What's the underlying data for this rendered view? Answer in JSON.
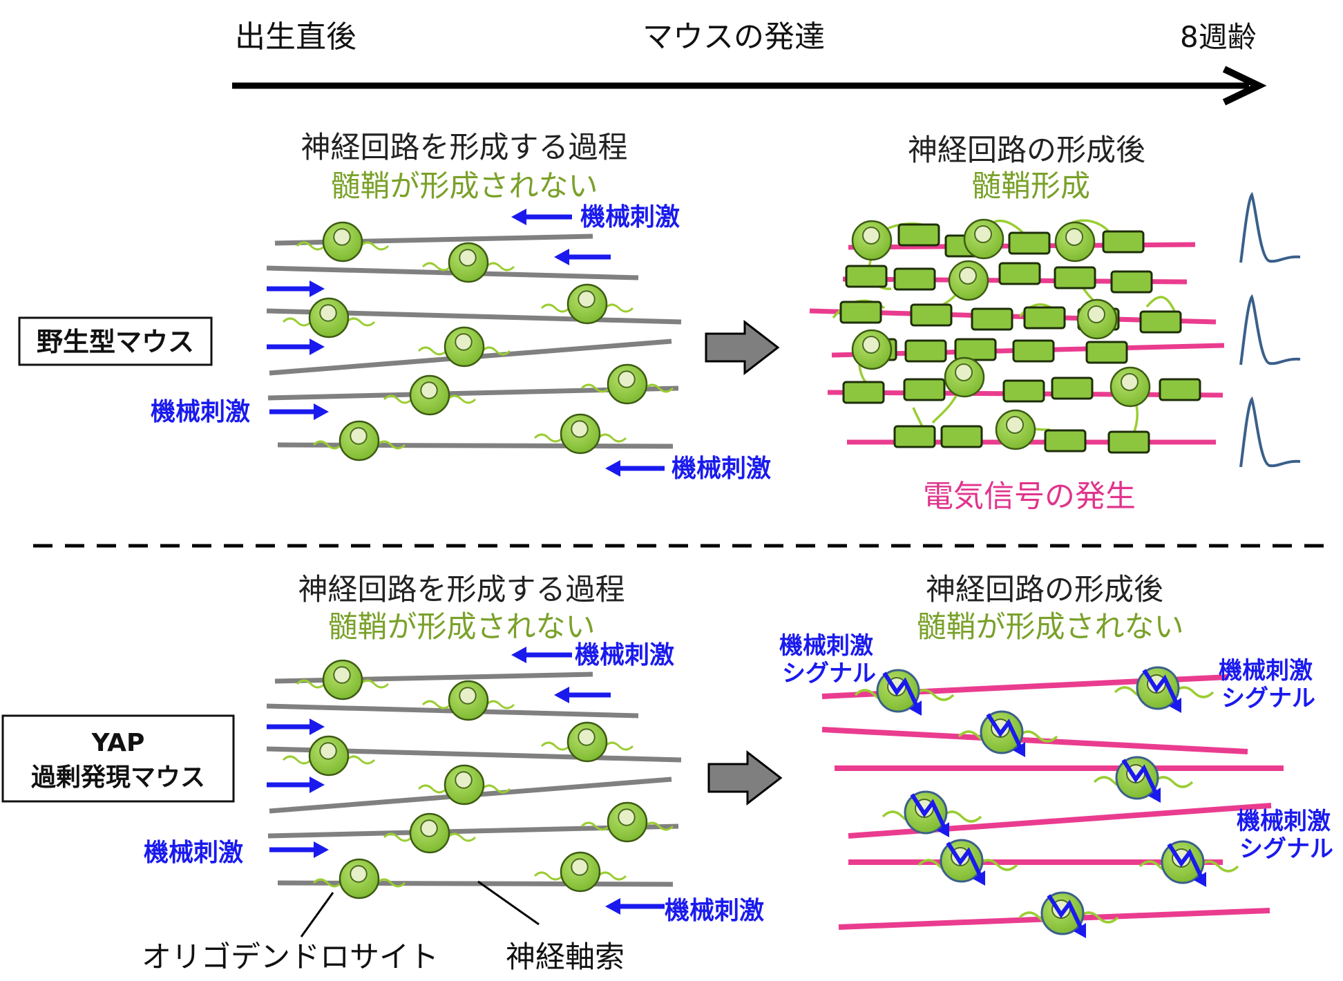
{
  "timeline": {
    "start_label": "出生直後",
    "center_label": "マウスの発達",
    "end_label": "8週齢"
  },
  "colors": {
    "black": "#111111",
    "axon_gray": "#808080",
    "axon_pink": "#ea3c8f",
    "cell_green": "#8cc63f",
    "cell_green_dark": "#5a8a1f",
    "nucleus": "#e6efc8",
    "myelin_green": "#8cc63f",
    "process_green": "#9acd32",
    "stimulus_blue": "#1a1aee",
    "caption_green": "#7aa12a",
    "signal_pink": "#e0358c",
    "trace_blue": "#3a5f8a",
    "big_arrow_gray": "#7f7f7f"
  },
  "wild_type": {
    "box_label": "野生型マウス",
    "left": {
      "title": "神経回路を形成する過程",
      "subtitle": "髄鞘が形成されない",
      "stimulus_labels": [
        "機械刺激",
        "機械刺激",
        "機械刺激"
      ]
    },
    "right": {
      "title": "神経回路の形成後",
      "subtitle": "髄鞘形成",
      "bottom_label": "電気信号の発生"
    }
  },
  "yap": {
    "box_label_line1": "YAP",
    "box_label_line2": "過剰発現マウス",
    "left": {
      "title": "神経回路を形成する過程",
      "subtitle": "髄鞘が形成されない",
      "stimulus_labels": [
        "機械刺激",
        "機械刺激",
        "機械刺激"
      ]
    },
    "right": {
      "title": "神経回路の形成後",
      "subtitle": "髄鞘が形成されない",
      "signal_labels": [
        {
          "line1": "機械刺激",
          "line2": "シグナル"
        },
        {
          "line1": "機械刺激",
          "line2": "シグナル"
        },
        {
          "line1": "機械刺激",
          "line2": "シグナル"
        }
      ]
    },
    "callouts": {
      "oligodendrocyte": "オリゴデンドロサイト",
      "axon": "神経軸索"
    }
  }
}
